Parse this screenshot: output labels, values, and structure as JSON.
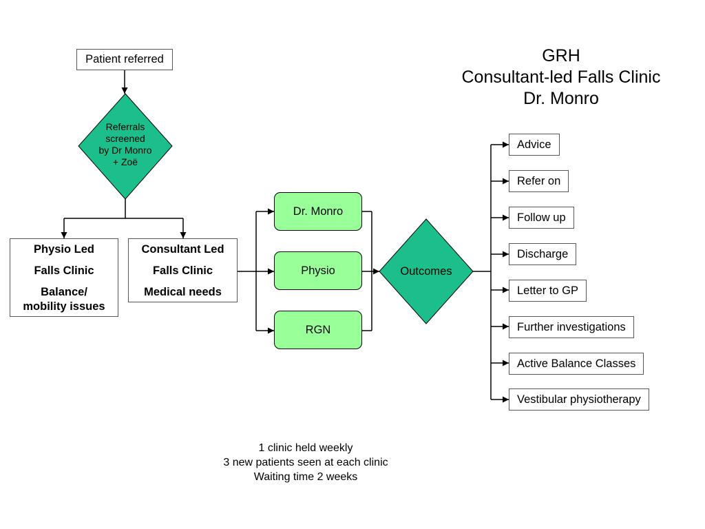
{
  "title": {
    "lines": [
      "GRH",
      "Consultant-led Falls Clinic",
      "Dr. Monro"
    ]
  },
  "referral": {
    "label": "Patient referred"
  },
  "screening": {
    "lines": [
      "Referrals",
      "screened",
      "by Dr Monro",
      "+ Zoë"
    ]
  },
  "clinics": [
    {
      "lines": [
        "Physio Led",
        "Falls Clinic",
        "Balance/ mobility issues"
      ]
    },
    {
      "lines": [
        "Consultant Led",
        "Falls Clinic",
        "Medical needs"
      ]
    }
  ],
  "staff": [
    {
      "label": "Dr. Monro"
    },
    {
      "label": "Physio"
    },
    {
      "label": "RGN"
    }
  ],
  "outcomes": {
    "label": "Outcomes",
    "items": [
      "Advice",
      "Refer on",
      "Follow up",
      "Discharge",
      "Letter to GP",
      "Further investigations",
      "Active Balance Classes",
      "Vestibular physiotherapy"
    ]
  },
  "footer": {
    "lines": [
      "1 clinic held weekly",
      "3 new patients seen at each clinic",
      "Waiting time 2 weeks"
    ]
  },
  "colors": {
    "decision_fill": "#1cbf8c",
    "staff_fill": "#99ff99",
    "line": "#000000"
  }
}
